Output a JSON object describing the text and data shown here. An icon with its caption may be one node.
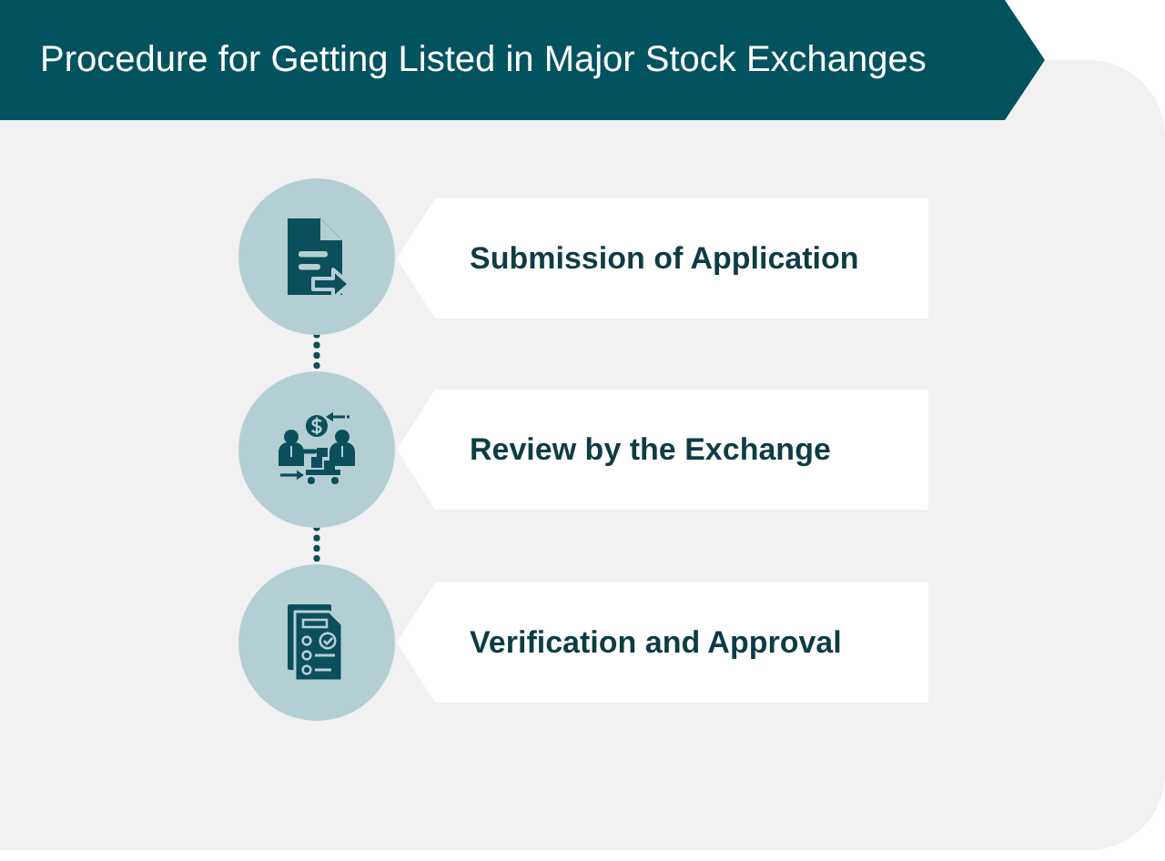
{
  "diagram": {
    "title": "Procedure for Getting Listed in Major Stock Exchanges",
    "nodes": [
      {
        "text": [],
        "shape": "picture"
      },
      {
        "text": [
          "Submission of Application"
        ]
      },
      {
        "text": [],
        "shape": "picture"
      },
      {
        "text": [
          "Review by the Exchange"
        ]
      },
      {
        "text": [],
        "shape": "picture"
      },
      {
        "text": [
          "Verification and Approval"
        ]
      }
    ],
    "edges": [
      {
        "from": 0,
        "to": 2,
        "arrow": "none",
        "style": "dashed"
      },
      {
        "from": 2,
        "to": 4,
        "arrow": "none",
        "style": "dashed"
      }
    ]
  }
}
